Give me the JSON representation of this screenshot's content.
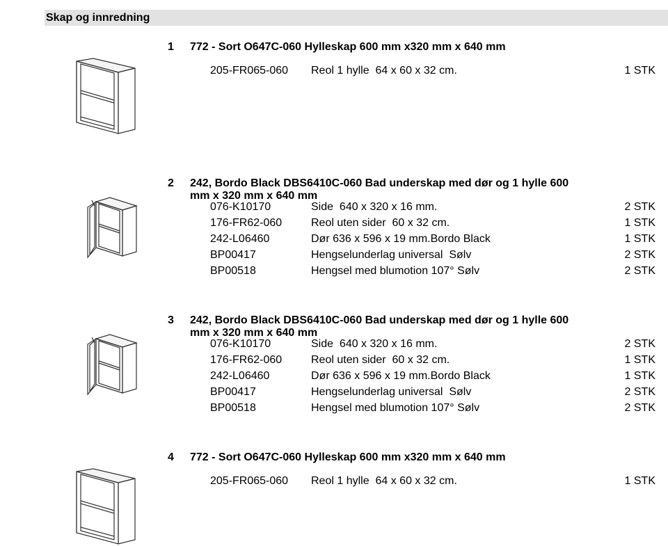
{
  "section": {
    "title": "Skap og innredning"
  },
  "items": [
    {
      "number": "1",
      "title": "772 - Sort O647C-060 Hylleskap 600 mm x320 mm x 640 mm",
      "image_icon": "open-shelf-cabinet-drawing",
      "lines": [
        {
          "code": "205-FR065-060",
          "desc": "Reol 1 hylle  64 x 60 x 32 cm.",
          "qty": "1 STK"
        }
      ]
    },
    {
      "number": "2",
      "title": "242, Bordo Black DBS6410C-060 Bad underskap med dør og 1 hylle 600 mm x 320 mm x 640 mm",
      "image_icon": "cabinet-with-open-door-drawing",
      "lines": [
        {
          "code": "076-K10170",
          "desc": "Side  640 x 320 x 16 mm.",
          "qty": "2 STK"
        },
        {
          "code": "176-FR62-060",
          "desc": "Reol uten sider  60 x 32 cm.",
          "qty": "1 STK"
        },
        {
          "code": "242-L06460",
          "desc": "Dør 636 x 596 x 19 mm.Bordo Black",
          "qty": "1 STK"
        },
        {
          "code": "BP00417",
          "desc": "Hengselunderlag universal  Sølv",
          "qty": "2 STK"
        },
        {
          "code": "BP00518",
          "desc": "Hengsel med blumotion 107° Sølv",
          "qty": "2 STK"
        }
      ]
    },
    {
      "number": "3",
      "title": "242, Bordo Black DBS6410C-060 Bad underskap med dør og 1 hylle 600 mm x 320 mm x 640 mm",
      "image_icon": "cabinet-with-open-door-drawing",
      "lines": [
        {
          "code": "076-K10170",
          "desc": "Side  640 x 320 x 16 mm.",
          "qty": "2 STK"
        },
        {
          "code": "176-FR62-060",
          "desc": "Reol uten sider  60 x 32 cm.",
          "qty": "1 STK"
        },
        {
          "code": "242-L06460",
          "desc": "Dør 636 x 596 x 19 mm.Bordo Black",
          "qty": "1 STK"
        },
        {
          "code": "BP00417",
          "desc": "Hengselunderlag universal  Sølv",
          "qty": "2 STK"
        },
        {
          "code": "BP00518",
          "desc": "Hengsel med blumotion 107° Sølv",
          "qty": "2 STK"
        }
      ]
    },
    {
      "number": "4",
      "title": "772 - Sort O647C-060 Hylleskap 600 mm x320 mm x 640 mm",
      "image_icon": "open-shelf-cabinet-drawing",
      "lines": [
        {
          "code": "205-FR065-060",
          "desc": "Reol 1 hylle  64 x 60 x 32 cm.",
          "qty": "1 STK"
        }
      ]
    }
  ]
}
